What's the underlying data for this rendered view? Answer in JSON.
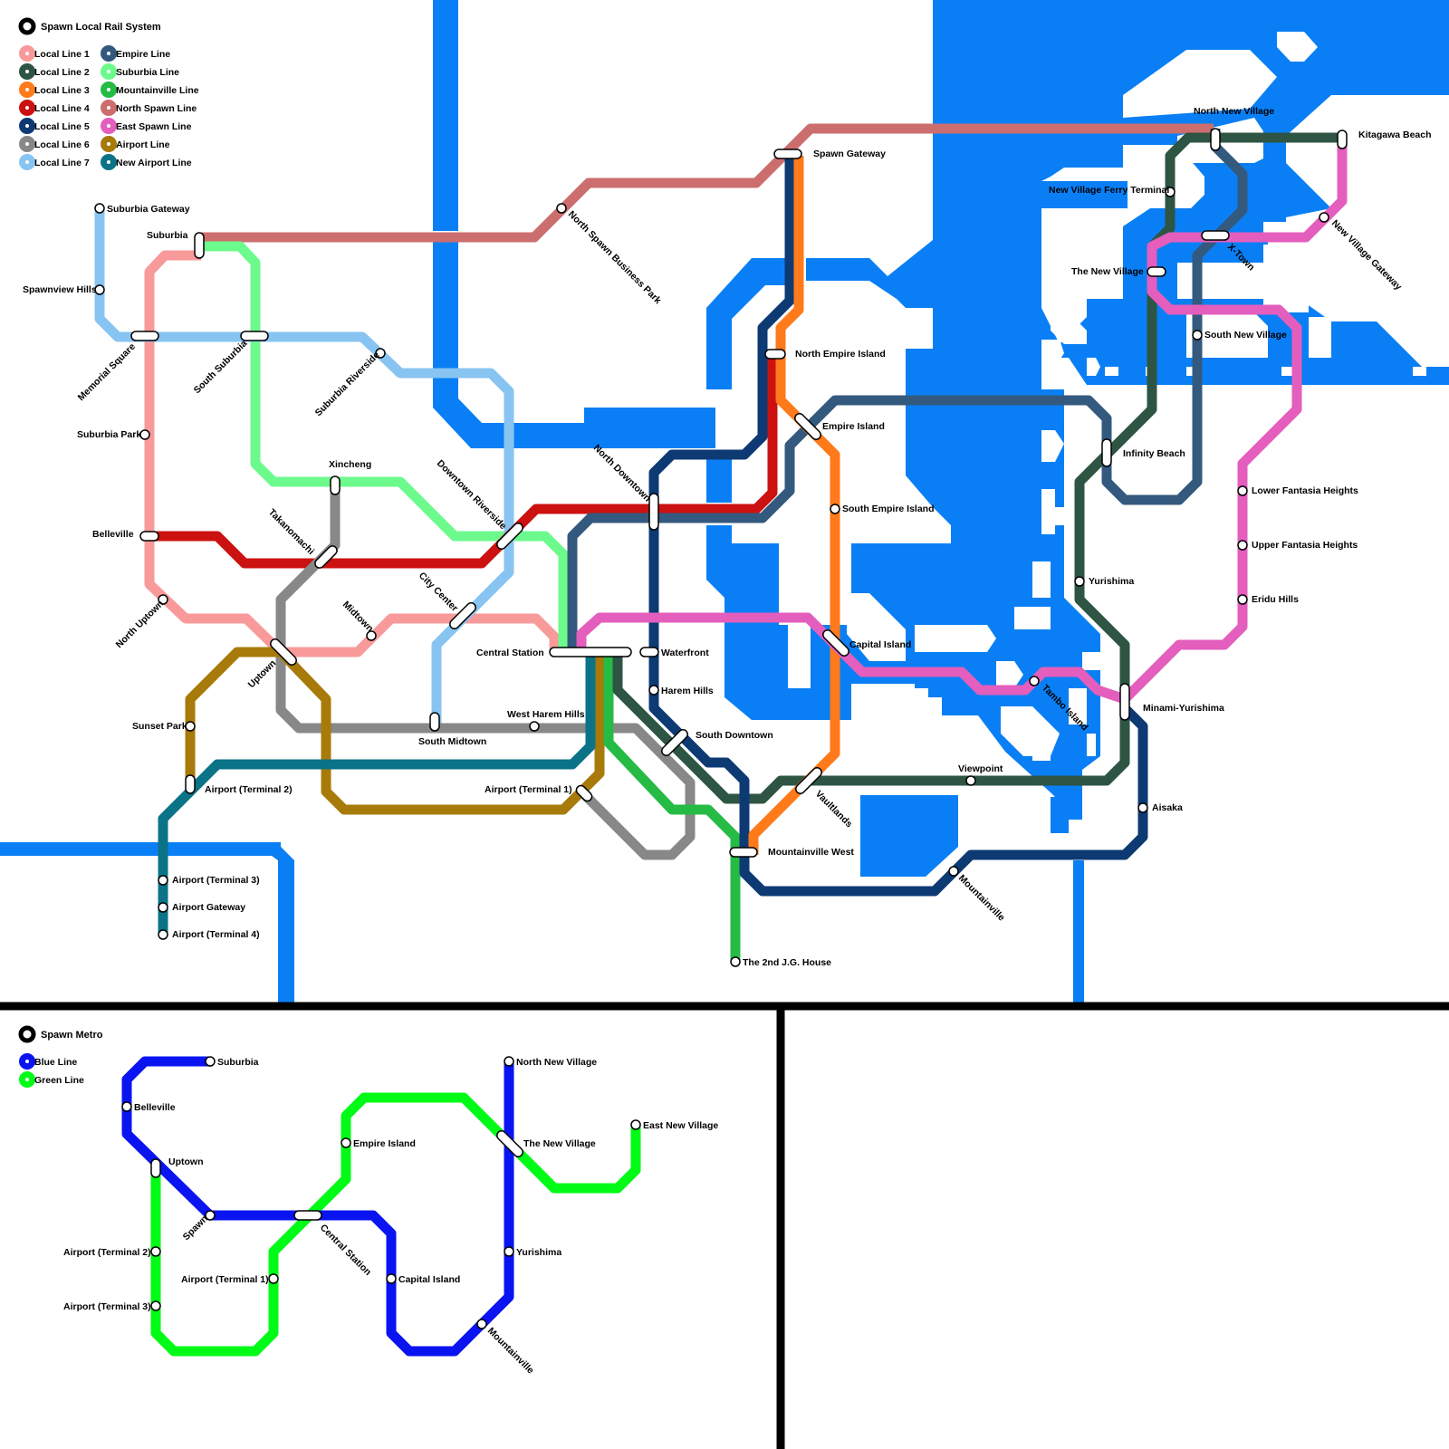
{
  "rail": {
    "title": "Spawn Local Rail System",
    "legend_left": [
      {
        "label": "Local Line 1",
        "color": "#f99a9a"
      },
      {
        "label": "Local Line 2",
        "color": "#2e5544"
      },
      {
        "label": "Local Line 3",
        "color": "#ff7a1a"
      },
      {
        "label": "Local Line 4",
        "color": "#cc1111"
      },
      {
        "label": "Local Line 5",
        "color": "#0e3a74"
      },
      {
        "label": "Local Line 6",
        "color": "#888888"
      },
      {
        "label": "Local Line 7",
        "color": "#88c4f2"
      }
    ],
    "legend_right": [
      {
        "label": "Empire Line",
        "color": "#34597e"
      },
      {
        "label": "Suburbia Line",
        "color": "#6dfa8c"
      },
      {
        "label": "Mountainville Line",
        "color": "#25bb44"
      },
      {
        "label": "North Spawn Line",
        "color": "#cc6e6e"
      },
      {
        "label": "East Spawn Line",
        "color": "#e35ebd"
      },
      {
        "label": "Airport Line",
        "color": "#a77a0a"
      },
      {
        "label": "New Airport Line",
        "color": "#0b7387"
      }
    ],
    "stations": {
      "suburbia_gateway": "Suburbia Gateway",
      "suburbia": "Suburbia",
      "spawnview_hills": "Spawnview Hills",
      "memorial_square": "Memorial Square",
      "south_suburbia": "South Suburbia",
      "suburbia_riverside": "Suburbia Riverside",
      "suburbia_park": "Suburbia Park",
      "xincheng": "Xincheng",
      "downtown_riverside": "Downtown Riverside",
      "north_downtown": "North Downtown",
      "takanomachi": "Takanomachi",
      "belleville": "Belleville",
      "city_center": "City Center",
      "north_uptown": "North Uptown",
      "midtown": "Midtown",
      "uptown": "Uptown",
      "central_station": "Central Station",
      "waterfront": "Waterfront",
      "harem_hills": "Harem Hills",
      "west_harem_hills": "West Harem Hills",
      "south_midtown": "South Midtown",
      "sunset_park": "Sunset Park",
      "airport_t2": "Airport (Terminal 2)",
      "airport_t1": "Airport (Terminal 1)",
      "south_downtown": "South Downtown",
      "airport_t3": "Airport (Terminal 3)",
      "airport_gateway": "Airport Gateway",
      "airport_t4": "Airport (Terminal 4)",
      "north_spawn_business_park": "North Spawn Business Park",
      "spawn_gateway": "Spawn Gateway",
      "north_empire_island": "North Empire Island",
      "empire_island": "Empire Island",
      "south_empire_island": "South Empire Island",
      "capital_island": "Capital Island",
      "vaultlands": "Vaultlands",
      "mountainville_west": "Mountainville West",
      "the_2nd_jg_house": "The 2nd J.G. House",
      "mountainville": "Mountainville",
      "viewpoint": "Viewpoint",
      "north_new_village": "North New Village",
      "kitagawa_beach": "Kitagawa Beach",
      "new_village_ferry_terminal": "New Village Ferry Terminal",
      "the_new_village": "The New Village",
      "x_town": "X-Town",
      "new_village_gateway": "New Village Gateway",
      "south_new_village": "South New Village",
      "infinity_beach": "Infinity Beach",
      "lower_fantasia_heights": "Lower Fantasia Heights",
      "upper_fantasia_heights": "Upper Fantasia Heights",
      "eridu_hills": "Eridu Hills",
      "yurishima": "Yurishima",
      "tambo_island": "Tambo Island",
      "minami_yurishima": "Minami-Yurishima",
      "aisaka": "Aisaka"
    }
  },
  "metro": {
    "title": "Spawn Metro",
    "legend": [
      {
        "label": "Blue Line",
        "color": "#0a14f0"
      },
      {
        "label": "Green Line",
        "color": "#00fb16"
      }
    ],
    "stations": {
      "suburbia": "Suburbia",
      "belleville": "Belleville",
      "uptown": "Uptown",
      "spawn": "Spawn",
      "central_station": "Central Station",
      "empire_island": "Empire Island",
      "airport_t2": "Airport (Terminal 2)",
      "airport_t3": "Airport (Terminal 3)",
      "airport_t1": "Airport (Terminal 1)",
      "capital_island": "Capital Island",
      "north_new_village": "North New Village",
      "the_new_village": "The New Village",
      "east_new_village": "East New Village",
      "yurishima": "Yurishima",
      "mountainville": "Mountainville"
    }
  },
  "colors": {
    "water": "#0a7ff5",
    "divider": "#000000"
  }
}
